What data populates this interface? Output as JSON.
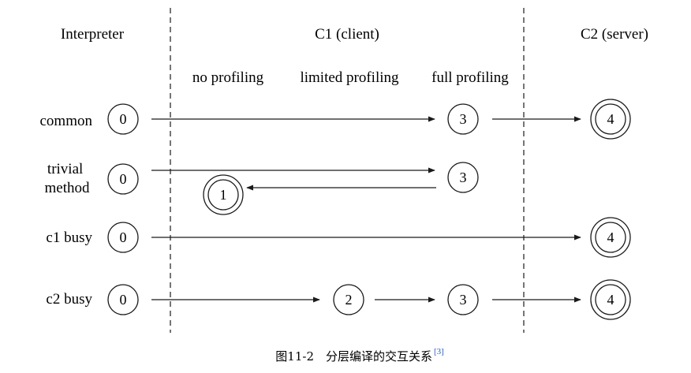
{
  "tiers": {
    "interpreter": "Interpreter",
    "c1": "C1 (client)",
    "c2": "C2 (server)"
  },
  "c1_subtiers": {
    "none": "no profiling",
    "limited": "limited profiling",
    "full": "full profiling"
  },
  "rows": [
    {
      "label_lines": [
        "common"
      ],
      "nodes": [
        {
          "level": "0",
          "double": false
        },
        {
          "level": "3",
          "double": false
        },
        {
          "level": "4",
          "double": true
        }
      ]
    },
    {
      "label_lines": [
        "trivial",
        "method"
      ],
      "nodes": [
        {
          "level": "0",
          "double": false
        },
        {
          "level": "3",
          "double": false
        },
        {
          "level": "1",
          "double": true
        }
      ]
    },
    {
      "label_lines": [
        "c1 busy"
      ],
      "nodes": [
        {
          "level": "0",
          "double": false
        },
        {
          "level": "4",
          "double": true
        }
      ]
    },
    {
      "label_lines": [
        "c2 busy"
      ],
      "nodes": [
        {
          "level": "0",
          "double": false
        },
        {
          "level": "2",
          "double": false
        },
        {
          "level": "3",
          "double": false
        },
        {
          "level": "4",
          "double": true
        }
      ]
    }
  ],
  "caption": {
    "text": "图11-2　分层编译的交互关系",
    "ref": "[3]"
  },
  "colors": {
    "ink": "#1a1a1a",
    "ref": "#2a5fd0"
  }
}
